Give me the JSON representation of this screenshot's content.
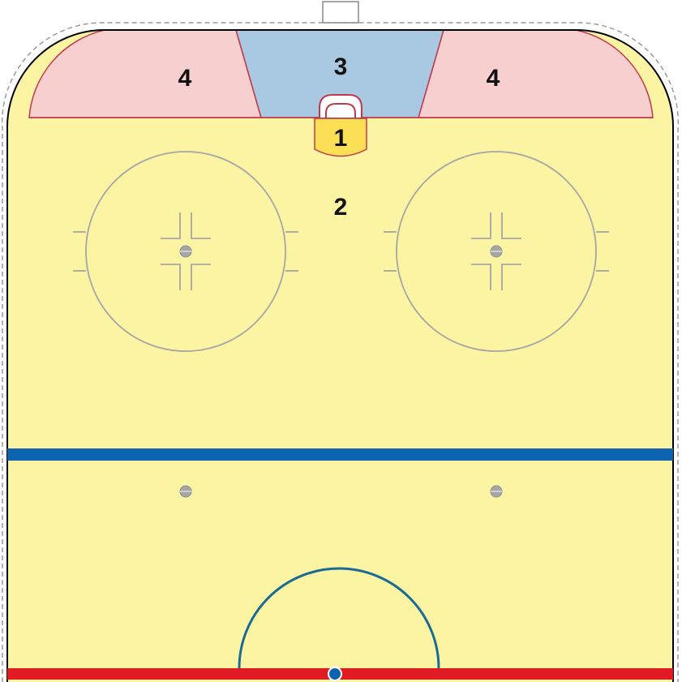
{
  "zones": [
    {
      "id": "1",
      "label": "1"
    },
    {
      "id": "2",
      "label": "2"
    },
    {
      "id": "3",
      "label": "3"
    },
    {
      "id": "4-left",
      "label": "4"
    },
    {
      "id": "4-right",
      "label": "4"
    }
  ],
  "colors": {
    "zone_1": "#fbdf55",
    "zone_2": "#fbf4a3",
    "zone_3": "#a9c8e2",
    "zone_4": "#f7cfcf",
    "zone_border": "#c0394b",
    "blue_line": "#0d63ad",
    "center_line": "#e01b24",
    "crease_arc": "#1a6a96",
    "faceoff_lines": "#a6a6a6",
    "dots": "#a6a6a6",
    "boards": "#000000",
    "outer_outline": "#9a9a9a"
  }
}
